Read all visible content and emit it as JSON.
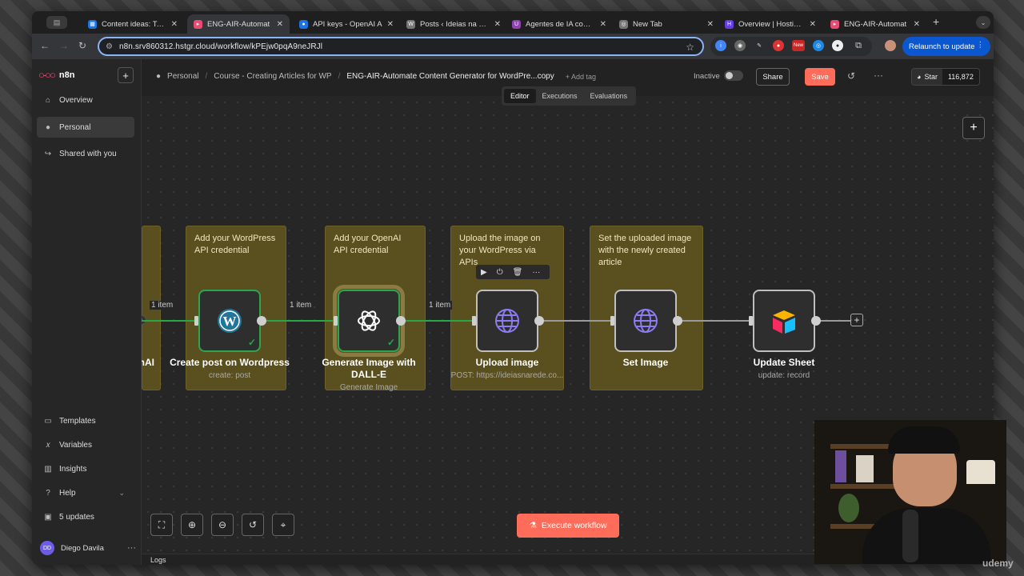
{
  "browser": {
    "tabs": [
      {
        "title": "Content ideas: Table",
        "color": "#1a73e8"
      },
      {
        "title": "ENG-AIR-Automat",
        "color": "#ea4b71"
      },
      {
        "title": "API keys - OpenAI A",
        "color": "#1a73e8"
      },
      {
        "title": "Posts ‹ Ideias na Red",
        "color": "#777777"
      },
      {
        "title": "Agentes de IA com n",
        "color": "#8e44ad"
      },
      {
        "title": "New Tab",
        "color": "#777777"
      },
      {
        "title": "Overview | Hostinger",
        "color": "#673de6"
      },
      {
        "title": "ENG-AIR-Automat",
        "color": "#ea4b71"
      }
    ],
    "url": "n8n.srv860312.hstgr.cloud/workflow/kPEjw0pqA9neJRJl",
    "ext_new_badge": "New",
    "relaunch_label": "Relaunch to update"
  },
  "sidebar": {
    "brand": "n8n",
    "items": [
      {
        "label": "Overview",
        "icon": "home-icon"
      },
      {
        "label": "Personal",
        "icon": "user-icon"
      },
      {
        "label": "Shared with you",
        "icon": "share-icon"
      }
    ],
    "bottom_items": [
      {
        "label": "Templates",
        "icon": "template-icon"
      },
      {
        "label": "Variables",
        "icon": "variables-icon"
      },
      {
        "label": "Insights",
        "icon": "chart-icon"
      },
      {
        "label": "Help",
        "icon": "help-icon"
      },
      {
        "label": "5 updates",
        "icon": "gift-icon"
      }
    ],
    "user_initials": "DD",
    "user_name": "Diego Davila"
  },
  "header": {
    "crumbs": [
      "Personal",
      "Course - Creating Articles for WP",
      "ENG-AIR-Automate Content Generator for WordPre...copy"
    ],
    "add_tag": "+ Add tag",
    "status": "Inactive",
    "share": "Share",
    "save": "Save",
    "github_star": "Star",
    "github_count": "116,872",
    "mode_tabs": [
      "Editor",
      "Executions",
      "Evaluations"
    ]
  },
  "canvas": {
    "stickies": [
      {
        "text": ""
      },
      {
        "text": "Add your WordPress API credential"
      },
      {
        "text": "Add your OpenAI API credential"
      },
      {
        "text": "Upload the image on your WordPress via APIs"
      },
      {
        "text": "Set the uploaded image with the newly created article"
      }
    ],
    "edge_labels": [
      "1 item",
      "1 item",
      "1 item"
    ],
    "partial_node_label": "nAI",
    "nodes": [
      {
        "title": "Create post on Wordpress",
        "subtitle": "create: post",
        "icon": "wordpress-icon"
      },
      {
        "title": "Generate Image with DALL-E",
        "subtitle": "Generate Image",
        "icon": "openai-icon"
      },
      {
        "title": "Upload image",
        "subtitle": "POST: https://ideiasnarede.co...",
        "icon": "globe-icon"
      },
      {
        "title": "Set Image",
        "subtitle": "",
        "icon": "globe-icon"
      },
      {
        "title": "Update Sheet",
        "subtitle": "update: record",
        "icon": "airtable-icon"
      }
    ],
    "execute_label": "Execute workflow",
    "logs_label": "Logs"
  },
  "overlay": {
    "watermark": "udemy"
  }
}
